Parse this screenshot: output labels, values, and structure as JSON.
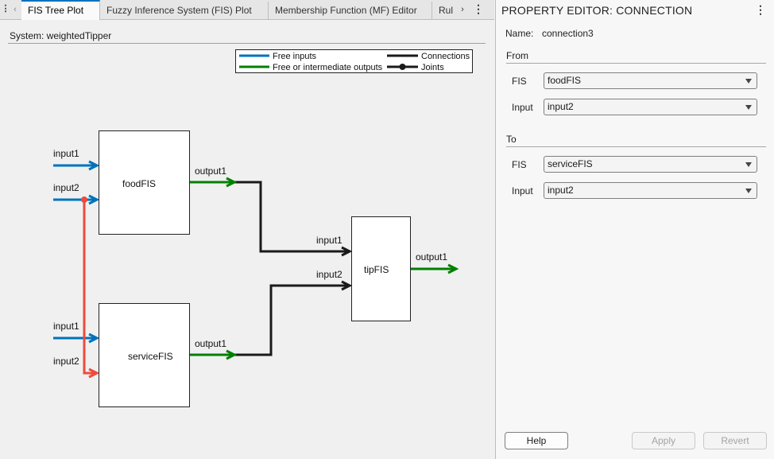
{
  "tabs": [
    {
      "label": "FIS Tree Plot",
      "active": true
    },
    {
      "label": "Fuzzy Inference System (FIS) Plot"
    },
    {
      "label": "Membership Function (MF) Editor"
    },
    {
      "label": "Rul"
    }
  ],
  "plot": {
    "system_label": "System: weightedTipper",
    "legend": {
      "free_inputs": "Free inputs",
      "free_outputs": "Free or intermediate outputs",
      "connections": "Connections",
      "joints": "Joints"
    },
    "colors": {
      "input": "#0072bd",
      "output": "#008000",
      "connection": "#1a1a1a",
      "selected": "#ee4b3c"
    },
    "nodes": {
      "food": {
        "name": "foodFIS",
        "in1": "input1",
        "in2": "input2",
        "out": "output1"
      },
      "service": {
        "name": "serviceFIS",
        "in1": "input1",
        "in2": "input2",
        "out": "output1"
      },
      "tip": {
        "name": "tipFIS",
        "in1": "input1",
        "in2": "input2",
        "out": "output1"
      }
    }
  },
  "editor": {
    "title": "PROPERTY EDITOR: CONNECTION",
    "name_label": "Name:",
    "name_value": "connection3",
    "from_label": "From",
    "to_label": "To",
    "fis_label": "FIS",
    "input_label": "Input",
    "from_fis": "foodFIS",
    "from_input": "input2",
    "to_fis": "serviceFIS",
    "to_input": "input2",
    "help": "Help",
    "apply": "Apply",
    "revert": "Revert"
  }
}
